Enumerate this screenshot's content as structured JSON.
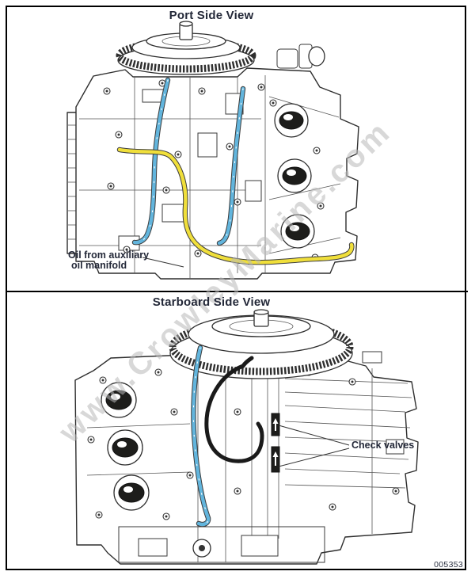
{
  "panels": {
    "port": {
      "title": "Port Side View",
      "callout": {
        "line1": "Oil from auxiliary",
        "line2": "oil manifold"
      }
    },
    "starboard": {
      "title": "Starboard Side View",
      "callout": "Check valves"
    }
  },
  "footer": {
    "figure_number": "005353"
  },
  "watermark": {
    "text": "www.CrowleyMarine.com"
  },
  "colors": {
    "oil_tube_yellow": "#f0df3b",
    "oil_tube_blue": "#62b5dd",
    "tube_black": "#1a1a1a",
    "line_art": "#2e2e2e",
    "text": "#232838",
    "watermark_gray": "#b9b9b9"
  }
}
